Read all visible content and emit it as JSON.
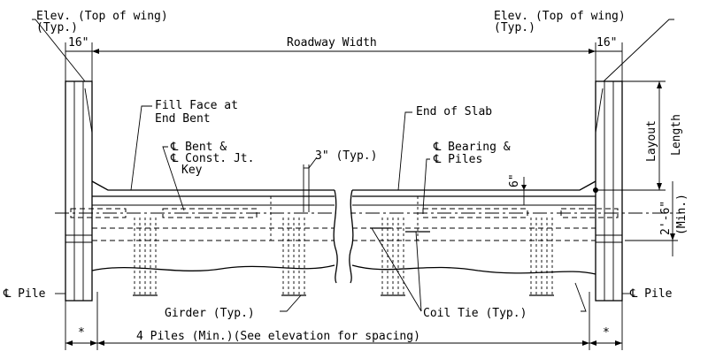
{
  "labels": {
    "elev_left_1": "Elev. (Top of wing)",
    "elev_left_2": "(Typ.)",
    "elev_right_1": "Elev. (Top of wing)",
    "elev_right_2": "(Typ.)",
    "dim_16_left": "16\"",
    "dim_16_right": "16\"",
    "roadway_width": "Roadway Width",
    "fill_face_1": "Fill Face at",
    "fill_face_2": "End Bent",
    "end_of_slab": "End of Slab",
    "bent_1": "℄ Bent &",
    "bent_2": "℄ Const. Jt.",
    "bent_3": "Key",
    "typ_3in": "3\" (Typ.)",
    "bearing_1": "℄ Bearing &",
    "bearing_2": "℄ Piles",
    "dim_6in": "6\"",
    "layout_1": "Layout",
    "layout_2": "Length",
    "dim_2_6": "2'-6\"",
    "dim_min": "(Min.)",
    "pile_left": "℄ Pile",
    "pile_right": "℄ Pile",
    "girder": "Girder (Typ.)",
    "coil_tie": "Coil Tie (Typ.)",
    "star_left": "*",
    "star_right": "*",
    "piles_min": "4 Piles (Min.)(See elevation for spacing)"
  }
}
